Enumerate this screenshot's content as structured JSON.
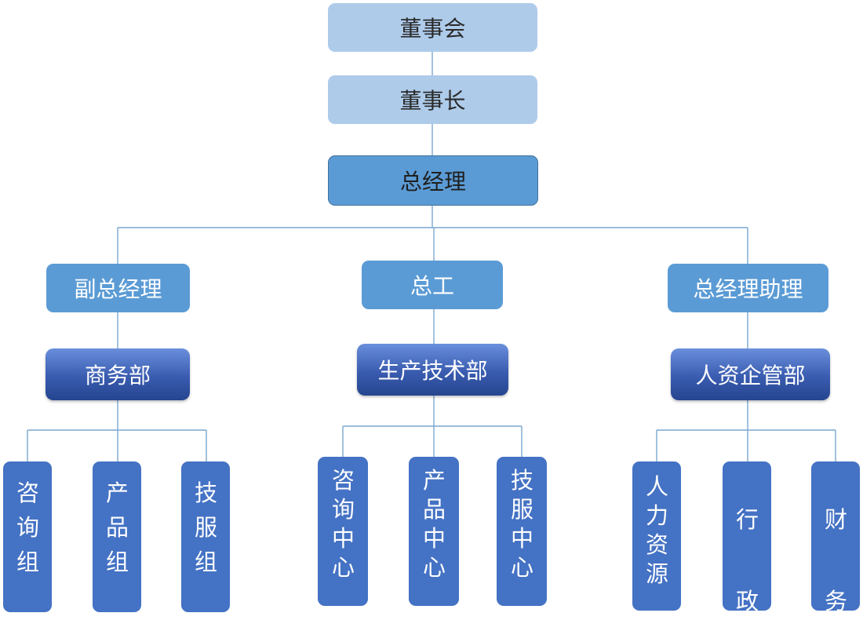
{
  "chart": {
    "board": "董事会",
    "chairman": "董事长",
    "gm": "总经理",
    "branches": [
      {
        "head": "副总经理",
        "dept": "商务部",
        "units": [
          "咨询组",
          "产品组",
          "技服组"
        ]
      },
      {
        "head": "总工",
        "dept": "生产技术部",
        "units": [
          "咨询中心",
          "产品中心",
          "技服中心"
        ]
      },
      {
        "head": "总经理助理",
        "dept": "人资企管部",
        "units": [
          "人力资源",
          "行政",
          "财务"
        ]
      }
    ]
  },
  "colors": {
    "top_box": "#aecbea",
    "gm_box": "#5b9bd5",
    "dept_box": "#3a5cb0",
    "leaf_box": "#4472c4",
    "connector": "#7aa7cf"
  }
}
